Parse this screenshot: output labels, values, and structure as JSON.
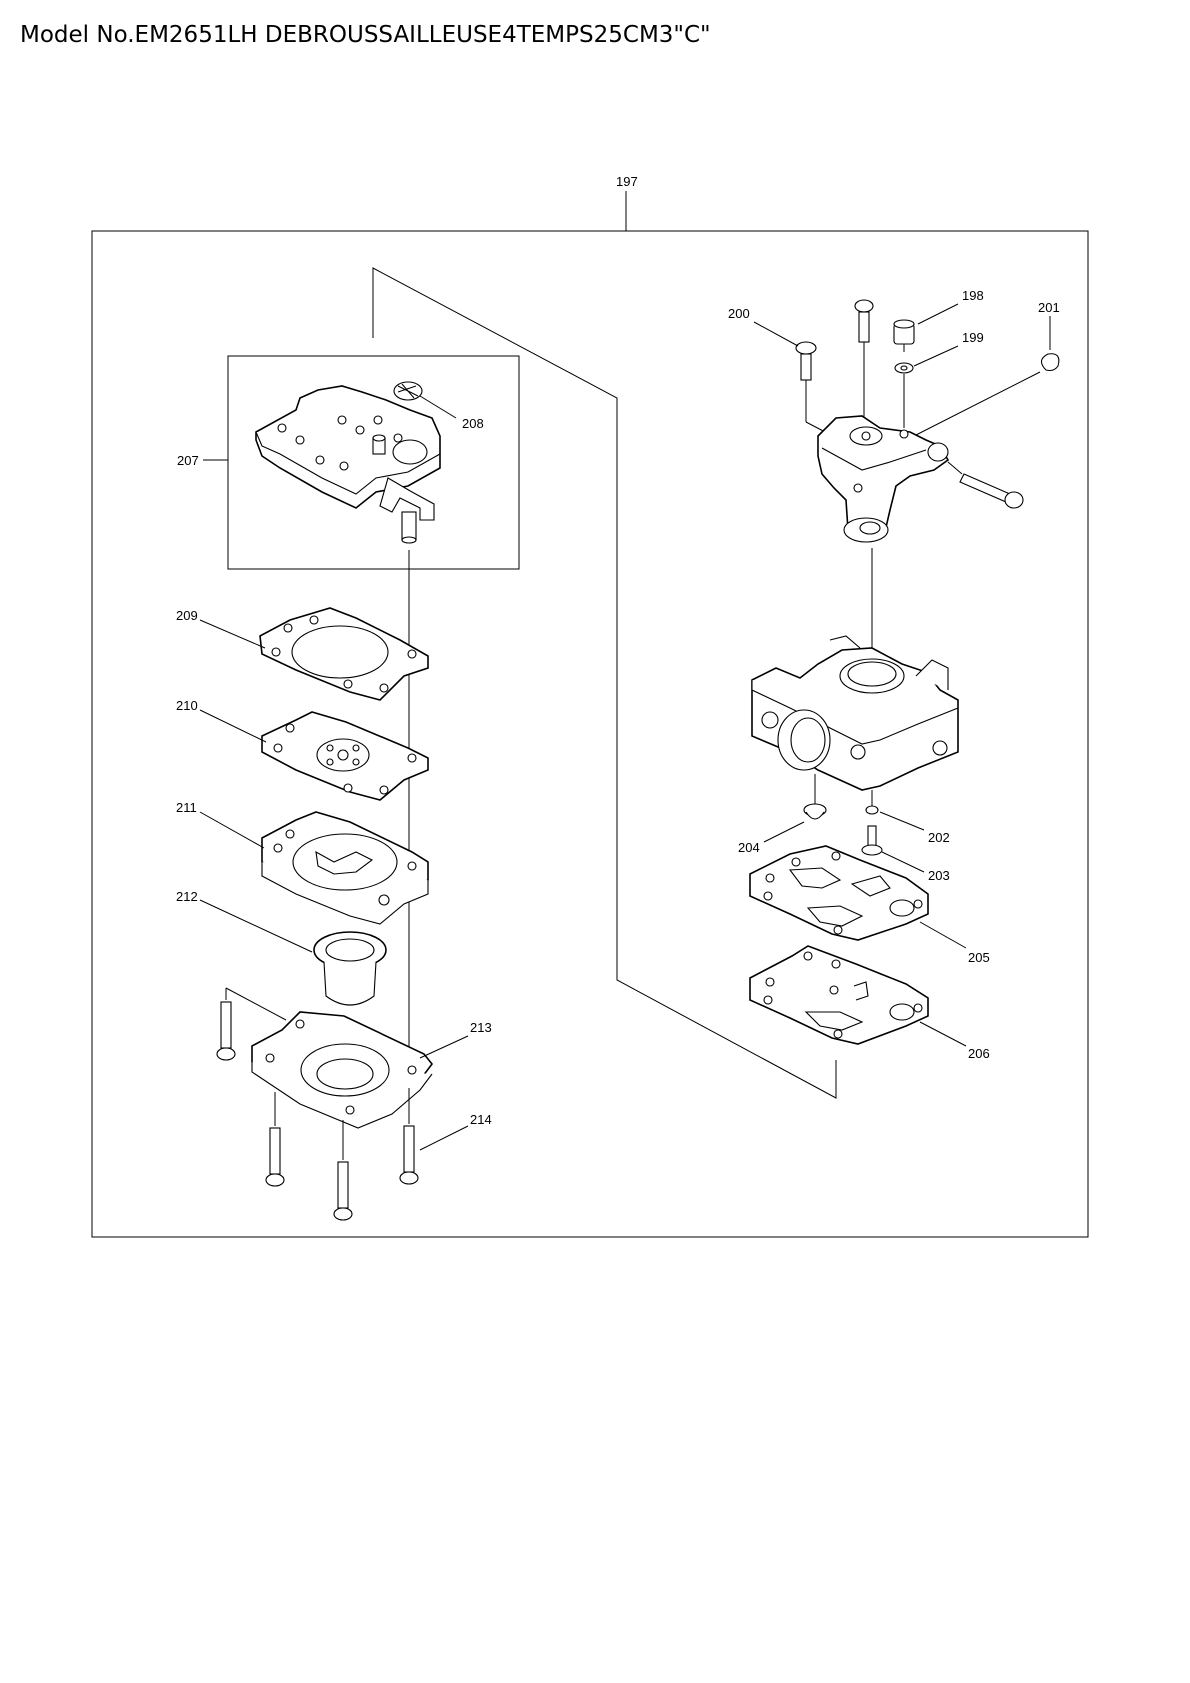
{
  "page": {
    "title": "Model No.EM2651LH DEBROUSSAILLEUSE4TEMPS25CM3\"C\""
  },
  "diagram": {
    "labels": {
      "p197": "197",
      "p198": "198",
      "p199": "199",
      "p200": "200",
      "p201": "201",
      "p202": "202",
      "p203": "203",
      "p204": "204",
      "p205": "205",
      "p206": "206",
      "p207": "207",
      "p208": "208",
      "p209": "209",
      "p210": "210",
      "p211": "211",
      "p212": "212",
      "p213": "213",
      "p214": "214"
    }
  }
}
